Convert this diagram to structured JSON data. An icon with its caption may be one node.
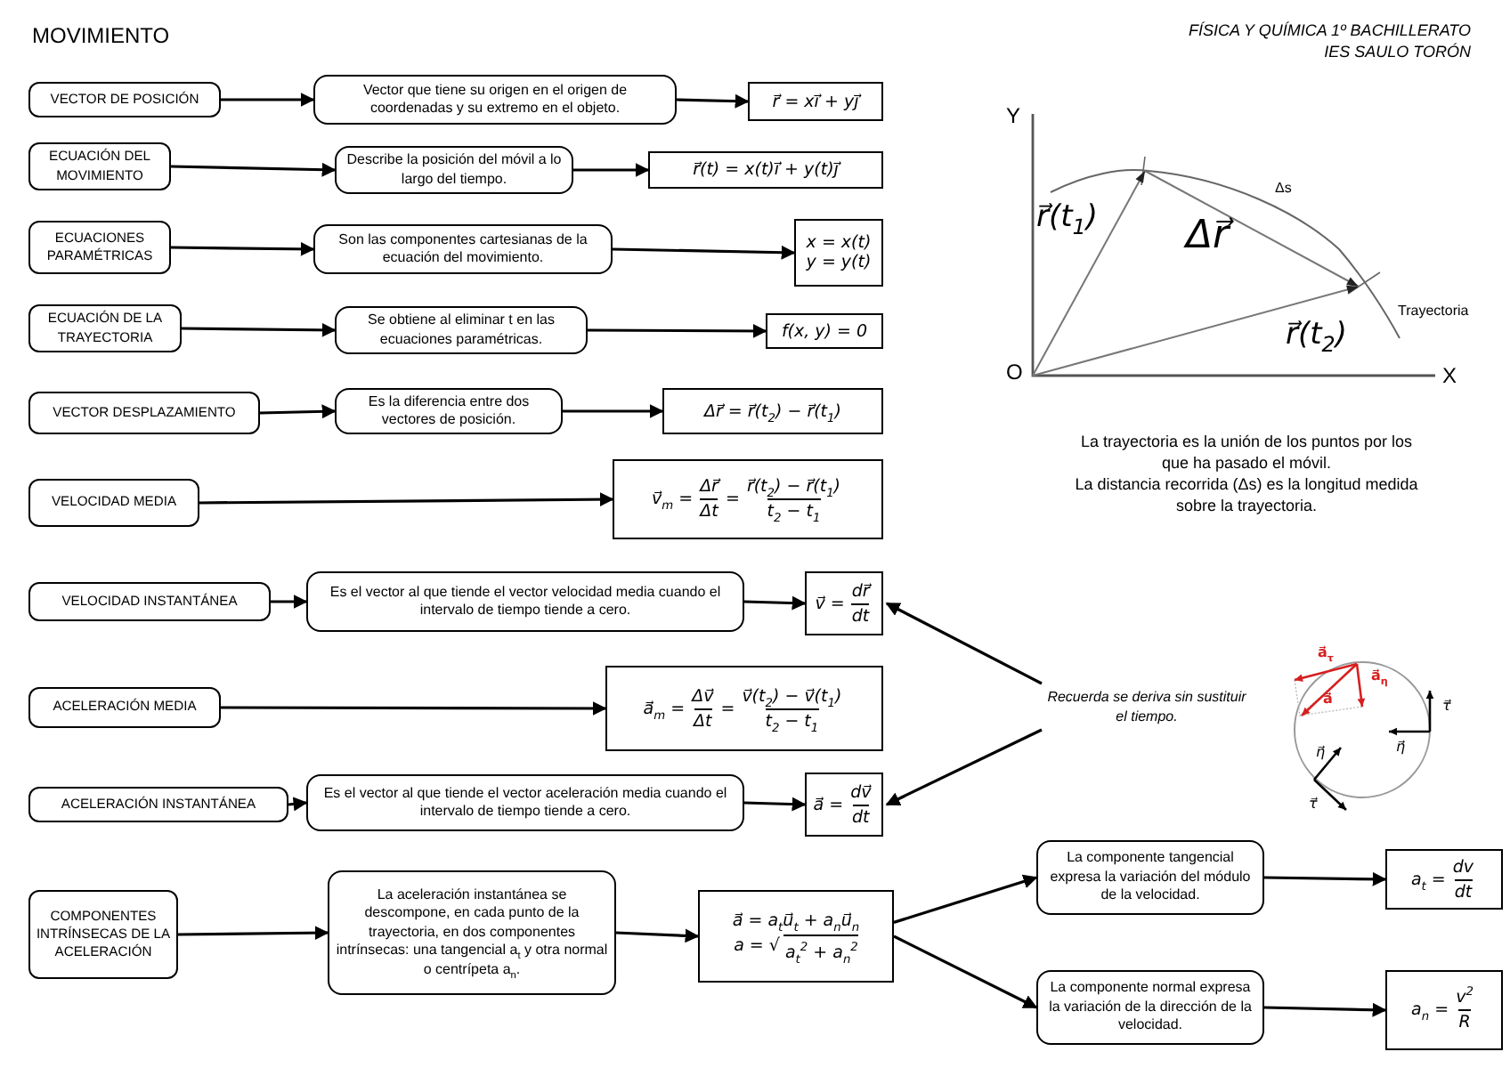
{
  "diagram": {
    "title": "MOVIMIENTO",
    "nodes": [
      {
        "text": [
          "VECTOR DE POSICIÓN"
        ]
      },
      {
        "text": [
          "Vector que tiene su origen en el origen de coordenadas y su extremo en el objeto."
        ]
      },
      {
        "text": [
          "r⃗ = xi⃗ + yj⃗"
        ]
      },
      {
        "text": [
          "ECUACIÓN DEL MOVIMIENTO"
        ]
      },
      {
        "text": [
          "Describe la posición del móvil a lo largo del tiempo."
        ]
      },
      {
        "text": [
          "r⃗(t) = x(t)i⃗ + y(t)j⃗"
        ]
      },
      {
        "text": [
          "ECUACIONES PARAMÉTRICAS"
        ]
      },
      {
        "text": [
          "Son las componentes cartesianas de la ecuación del movimiento."
        ]
      },
      {
        "text": [
          "x = x(t)",
          "y = y(t)"
        ]
      },
      {
        "text": [
          "ECUACIÓN DE LA TRAYECTORIA"
        ]
      },
      {
        "text": [
          "Se obtiene al eliminar t en las ecuaciones paramétricas."
        ]
      },
      {
        "text": [
          "f(x, y) = 0"
        ]
      },
      {
        "text": [
          "VECTOR DESPLAZAMIENTO"
        ]
      },
      {
        "text": [
          "Es la diferencia entre dos vectores de posición."
        ]
      },
      {
        "text": [
          "Δr⃗ = r⃗(t$_{2}$) − r⃗(t$_{1}$)"
        ]
      },
      {
        "text": [
          "VELOCIDAD MEDIA"
        ]
      },
      {
        "text": [
          "v⃗$_{m}$ =",
          "Δr⃗",
          "Δt",
          "=",
          "r⃗(t$_{2}$) − r⃗(t$_{1}$)",
          "t$_{2}$ − t$_{1}$"
        ]
      },
      {
        "text": [
          "VELOCIDAD INSTANTÁNEA"
        ]
      },
      {
        "text": [
          "Es el vector al que tiende el vector velocidad media cuando el intervalo de tiempo tiende a cero."
        ]
      },
      {
        "text": [
          "v⃗ =",
          "dr⃗",
          "dt"
        ]
      },
      {
        "text": [
          "ACELERACIÓN MEDIA"
        ]
      },
      {
        "text": [
          "a⃗$_{m}$ =",
          "Δv⃗",
          "Δt",
          "=",
          "v⃗(t$_{2}$) − v⃗(t$_{1}$)",
          "t$_{2}$ − t$_{1}$"
        ]
      },
      {
        "text": [
          "ACELERACIÓN INSTANTÁNEA"
        ]
      },
      {
        "text": [
          "Es el vector al que tiende el vector aceleración media cuando el intervalo de tiempo tiende a cero."
        ]
      },
      {
        "text": [
          "a⃗ =",
          "dv⃗",
          "dt"
        ]
      },
      {
        "text": [
          "COMPONENTES INTRÍNSECAS DE LA ACELERACIÓN"
        ]
      },
      {
        "text": [
          "La aceleración instantánea se descompone, en cada punto de la trayectoria, en dos componentes intrínsecas: una tangencial a$_{t}$ y otra normal o centrípeta a$_{n}$."
        ]
      },
      {
        "text": [
          "a⃗ = a$_{t}$u⃗$_{t}$ + a$_{n}$u⃗$_{n}$",
          "a = √",
          "a$_{t}$$^{2}$ + a$_{n}$$^{2}$"
        ]
      },
      {
        "text": [
          "La componente tangencial expresa la variación del módulo de la velocidad."
        ]
      },
      {
        "text": [
          "a$_{t}$ =",
          "dv",
          "dt"
        ]
      },
      {
        "text": [
          "La componente normal expresa la variación de la dirección de la velocidad."
        ]
      },
      {
        "text": [
          "a$_{n}$ =",
          "v$^{2}$",
          "R"
        ]
      },
      {
        "text": [
          "Recuerda se deriva sin sustituir el tiempo."
        ]
      }
    ],
    "edges": [
      {
        "from": 0,
        "to": 1,
        "arrow": "to"
      },
      {
        "from": 1,
        "to": 2,
        "arrow": "to"
      },
      {
        "from": 3,
        "to": 4,
        "arrow": "to"
      },
      {
        "from": 4,
        "to": 5,
        "arrow": "to"
      },
      {
        "from": 6,
        "to": 7,
        "arrow": "to"
      },
      {
        "from": 7,
        "to": 8,
        "arrow": "to"
      },
      {
        "from": 9,
        "to": 10,
        "arrow": "to"
      },
      {
        "from": 10,
        "to": 11,
        "arrow": "to"
      },
      {
        "from": 12,
        "to": 13,
        "arrow": "to"
      },
      {
        "from": 13,
        "to": 14,
        "arrow": "to"
      },
      {
        "from": 15,
        "to": 16,
        "arrow": "to"
      },
      {
        "from": 17,
        "to": 18,
        "arrow": "to"
      },
      {
        "from": 18,
        "to": 19,
        "arrow": "to"
      },
      {
        "from": 20,
        "to": 21,
        "arrow": "to"
      },
      {
        "from": 22,
        "to": 23,
        "arrow": "to"
      },
      {
        "from": 23,
        "to": 24,
        "arrow": "to"
      },
      {
        "from": 25,
        "to": 26,
        "arrow": "to"
      },
      {
        "from": 26,
        "to": 27,
        "arrow": "to"
      },
      {
        "from": 27,
        "to": 28,
        "arrow": "to"
      },
      {
        "from": 27,
        "to": 30,
        "arrow": "to"
      },
      {
        "from": 28,
        "to": 29,
        "arrow": "to"
      },
      {
        "from": 30,
        "to": 31,
        "arrow": "to"
      },
      {
        "from": 32,
        "to": 19,
        "arrow": "to"
      },
      {
        "from": 32,
        "to": 24,
        "arrow": "to"
      }
    ],
    "labels": [
      "FÍSICA Y QUÍMICA 1º BACHILLERATO",
      "IES SAULO TORÓN",
      "Y",
      "r⃗(t$_{1}$)",
      "Δs",
      "Δr⃗",
      "Trayectoria",
      "r⃗(t$_{2}$)",
      "O",
      "X",
      "La trayectoria es la unión de los puntos por los que ha pasado el móvil.",
      "La distancia recorrida (Δs) es la longitud medida sobre la trayectoria.",
      "a⃗$_{τ}$",
      "a⃗$_{η}$",
      "a⃗",
      "τ⃗",
      "η⃗",
      "η⃗",
      "τ⃗"
    ]
  }
}
